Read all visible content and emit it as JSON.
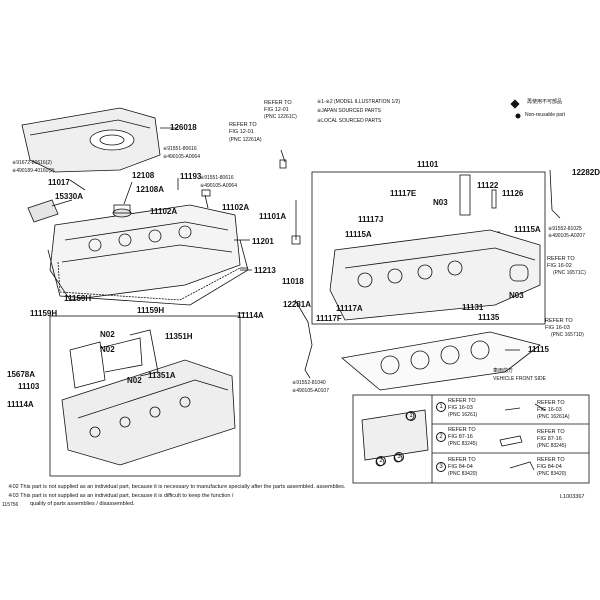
{
  "labels": {
    "p126018": "126018",
    "p91672": "※91672-80616(2)",
    "p490189": "※490189-40160(2)",
    "p11017": "11017",
    "p15330A": "15330A",
    "p12108": "12108",
    "p12108A": "12108A",
    "p11193": "11193",
    "p91551a": "※91551-80616",
    "p490105a": "※490105-A0064",
    "p91551b": "※91551-80616",
    "p490105b": "※490105-A0064",
    "p11102A_a": "11102A",
    "p11102A_b": "11102A",
    "p11101A": "11101A",
    "p11201": "11201",
    "p11213": "11213",
    "p11018": "11018",
    "p11101": "11101",
    "p11117E": "11117E",
    "p11122": "11122",
    "p11126": "11126",
    "pN03a": "N03",
    "p11117J": "11117J",
    "p11115A_a": "11115A",
    "p11115A_b": "11115A",
    "p12282D": "12282D",
    "p91552": "※91552-81025",
    "p490105c": "※490105-A0207",
    "pN03b": "N03",
    "p11117A": "11117A",
    "p11117F": "11117F",
    "p11131": "11131",
    "p11135": "11135",
    "p11115": "11115",
    "p12281A": "12281A",
    "p91552b": "※91552-81040",
    "p490105d": "※490105-A0107",
    "p11159H_a": "11159H",
    "p11159H_b": "11159H",
    "p11159H_c": "11159H",
    "p11114A_a": "11114A",
    "pN02a": "N02",
    "pN02b": "N02",
    "pN02c": "N02",
    "p11351H": "11351H",
    "p11351A": "11351A",
    "p15678A": "15678A",
    "p11103": "11103",
    "p11114A_b": "11114A",
    "corner_code": "L1003367",
    "bottom_code": "115756"
  },
  "refer": {
    "r1_line1": "REFER TO",
    "r1_line2": "FIG 12-01",
    "r1_line3": "(PNC 12261C)",
    "r2_line1": "REFER TO",
    "r2_line2": "FIG 12-01",
    "r2_line3": "(PNC 12261A)",
    "r3_line1": "REFER TO",
    "r3_line2": "FIG 16-02",
    "r3_line3": "(PNC 16571C)",
    "r4_line1": "REFER TO",
    "r4_line2": "FIG 16-03",
    "r4_line3": "(PNC 16571D)"
  },
  "legend": {
    "line1": "※1-※2 (MODEL ILLUSTRATION 1/2)",
    "line2": "※JAPAN SOURCED PARTS",
    "line3": "※LOCAL SOURCED PARTS",
    "nonreuse_jp": "再使用不可部品",
    "nonreuse_en": "Non-reusable part",
    "vehicle_front_jp": "車両前方",
    "vehicle_front_en": "VEHICLE FRONT SIDE"
  },
  "detail_box": {
    "rows": [
      {
        "num": "1",
        "l1": "REFER TO",
        "l2": "FIG 16-03",
        "l3": "REFER TO",
        "l4": "FIG 16-03",
        "pnc": "(PNC 16261)",
        "pnc2": "(PNC 16261A)"
      },
      {
        "num": "2",
        "l1": "REFER TO",
        "l2": "FIG 87-16",
        "l3": "REFER TO",
        "l4": "FIG 87-16",
        "pnc": "(PNC 83245)",
        "pnc2": "(PNC 83245)"
      },
      {
        "num": "3",
        "l1": "REFER TO",
        "l2": "FIG 84-04",
        "l3": "REFER TO",
        "l4": "FIG 84-04",
        "pnc": "(PNC 83420)",
        "pnc2": "(PNC 83420)"
      }
    ],
    "c1": "1",
    "c2": "2",
    "c3": "3"
  },
  "notes": {
    "n02": "※02  This part is not supplied as an individual part, because it is necessary to manufacture specially after the parts assembled. assemblies.",
    "n03": "※03  This part is not supplied as an individual part, because it is difficult to keep the function /",
    "n03b": "quality of parts assemblies / disassembled."
  },
  "colors": {
    "line": "#111111",
    "paper": "#ffffff",
    "shade": "#d9d9d9"
  }
}
